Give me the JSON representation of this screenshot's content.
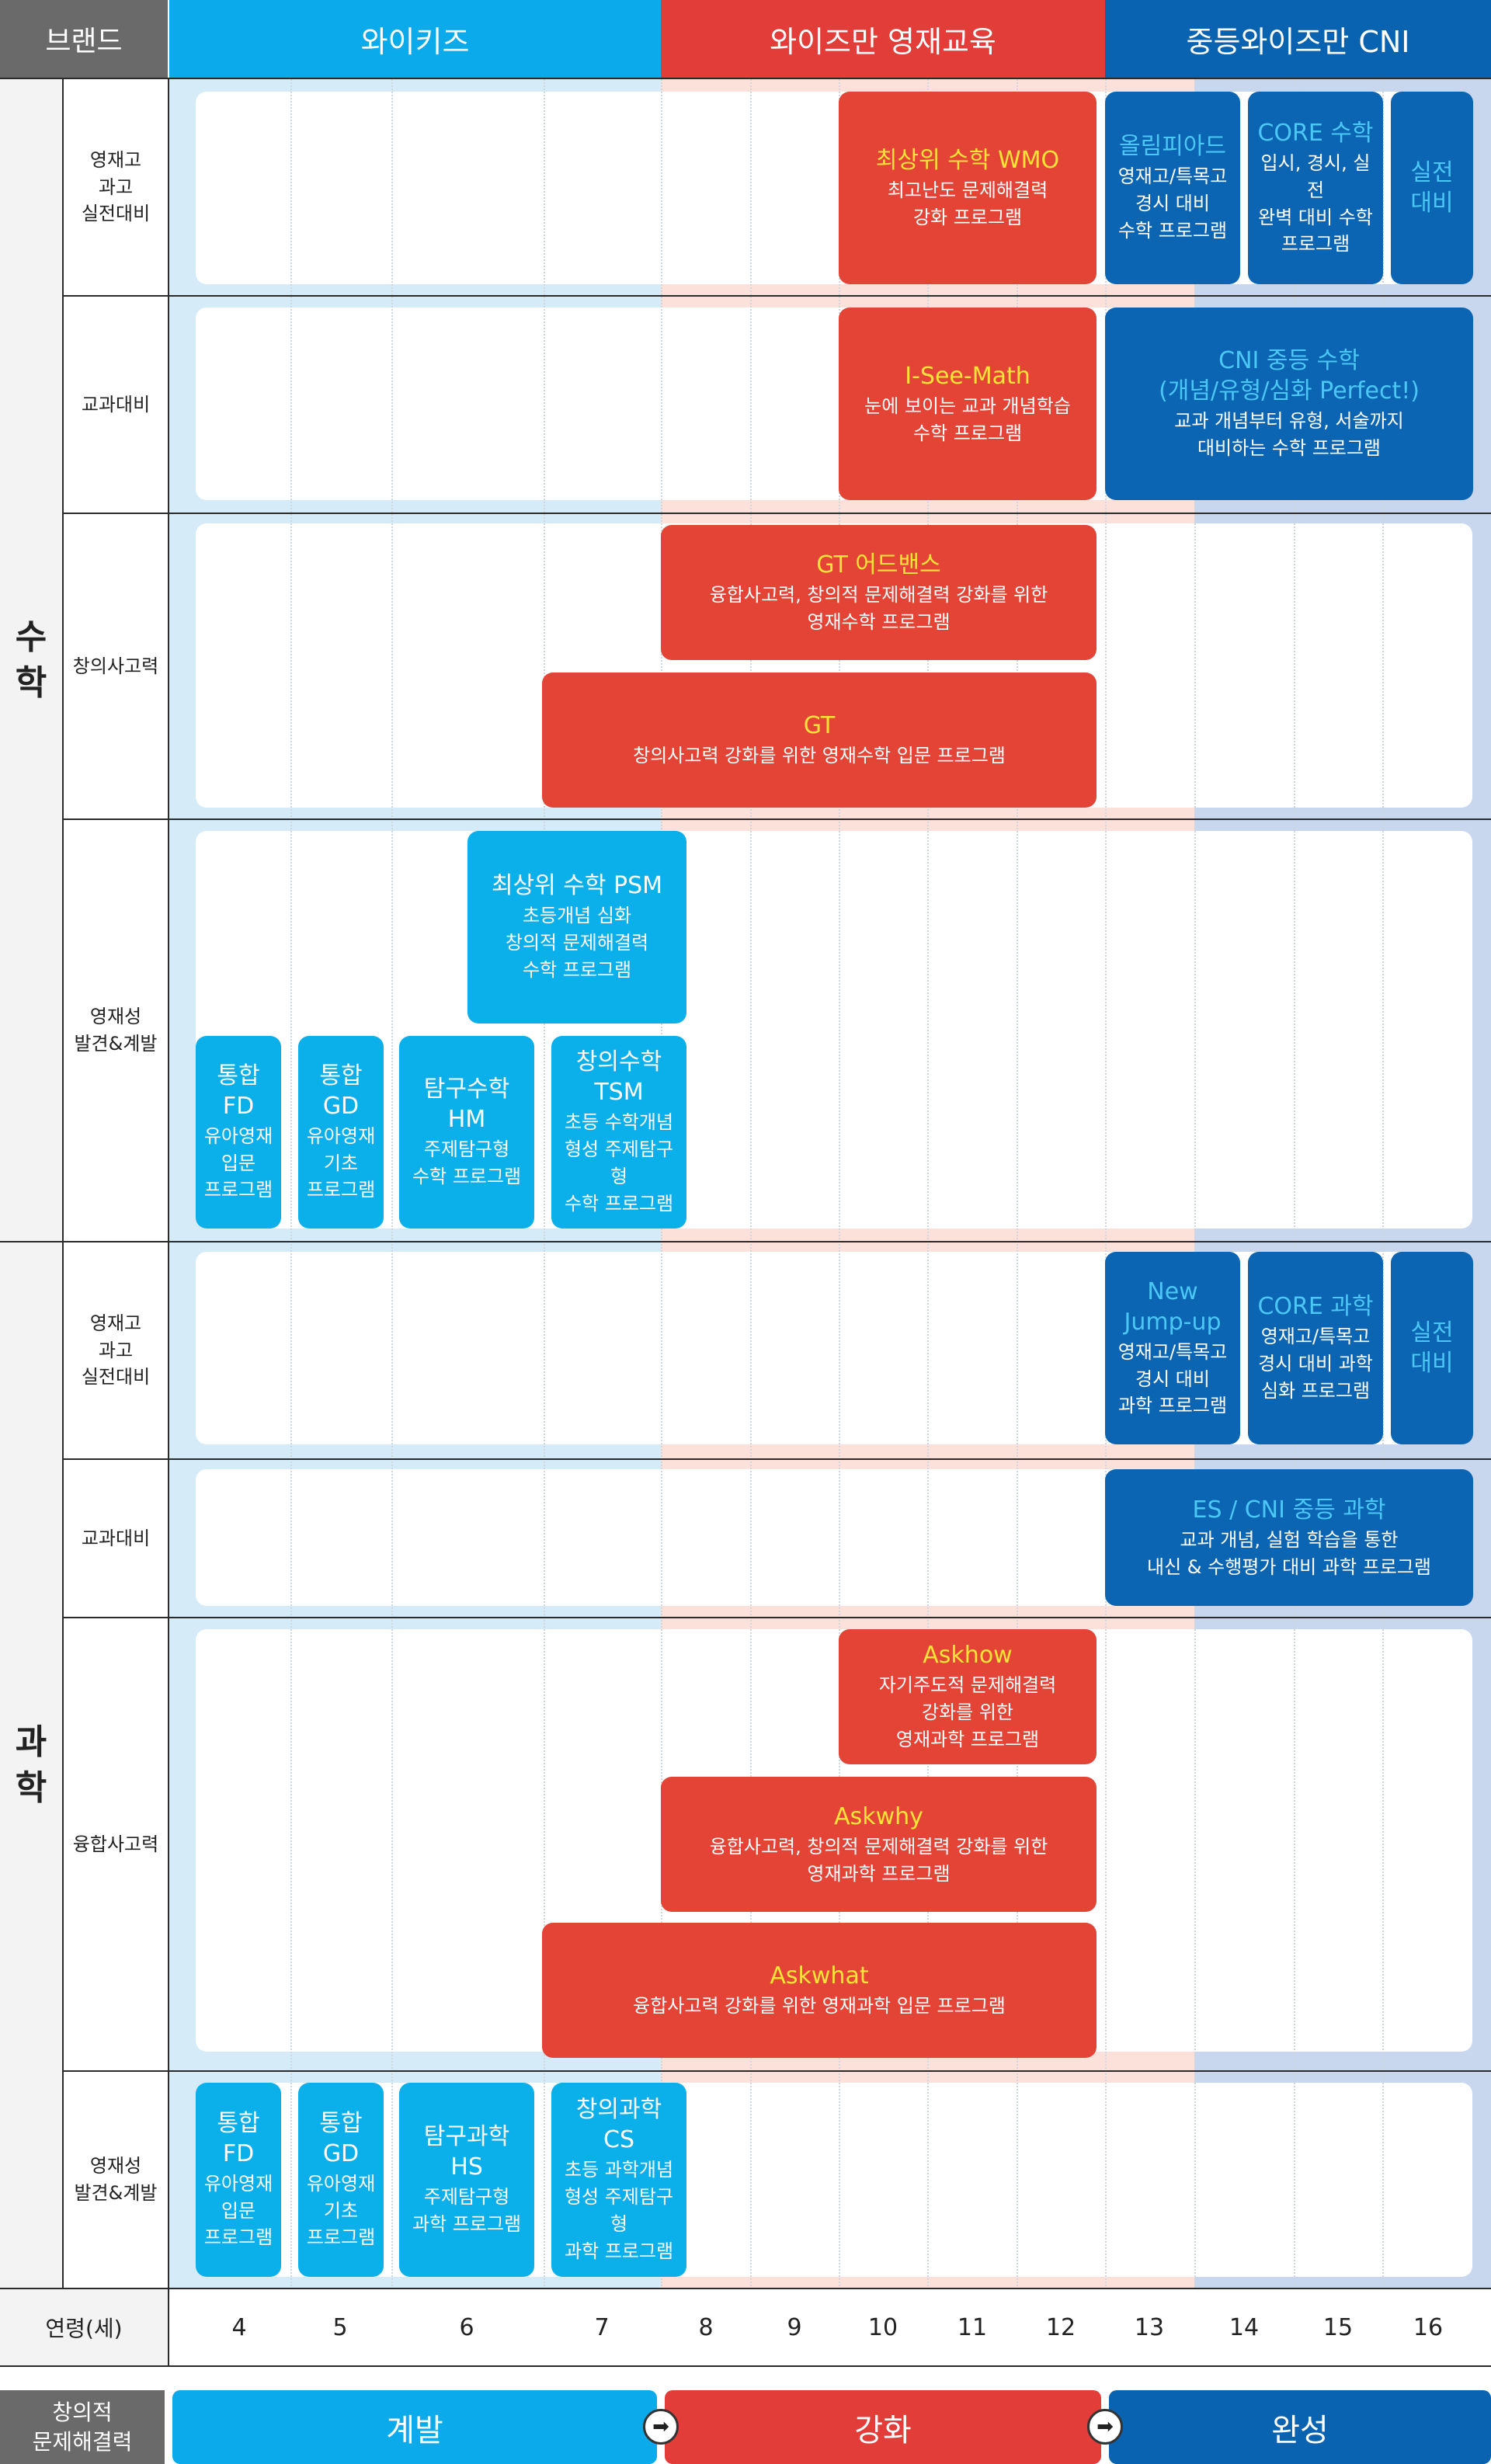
{
  "header": {
    "brand": "브랜드",
    "waikids": "와이키즈",
    "wisemann": "와이즈만 영재교육",
    "cni": "중등와이즈만 CNI"
  },
  "subjects": {
    "math": "수\n학",
    "science": "과\n학"
  },
  "categories": {
    "math_prep": "영재고\n과고\n실전대비",
    "math_textbook": "교과대비",
    "math_creative": "창의사고력",
    "math_gifted": "영재성\n발견&계발",
    "sci_prep": "영재고\n과고\n실전대비",
    "sci_textbook": "교과대비",
    "sci_fusion": "융합사고력",
    "sci_gifted": "영재성\n발견&계발"
  },
  "programs": {
    "wmo": {
      "title": "최상위 수학 WMO",
      "desc": "최고난도 문제해결력\n강화 프로그램"
    },
    "olympiad": {
      "title": "올림피아드",
      "desc": "영재고/특목고\n경시 대비\n수학 프로그램"
    },
    "core_math": {
      "title": "CORE 수학",
      "desc": "입시, 경시, 실전\n완벽 대비 수학\n프로그램"
    },
    "practice_math": {
      "title": "실전\n대비"
    },
    "iseemath": {
      "title": "I-See-Math",
      "desc": "눈에 보이는 교과 개념학습\n수학 프로그램"
    },
    "cni_math": {
      "title": "CNI 중등 수학\n(개념/유형/심화 Perfect!)",
      "desc": "교과 개념부터 유형, 서술까지\n대비하는 수학 프로그램"
    },
    "gt_adv": {
      "title": "GT 어드밴스",
      "desc": "융합사고력, 창의적 문제해결력 강화를 위한\n영재수학 프로그램"
    },
    "gt": {
      "title": "GT",
      "desc": "창의사고력 강화를 위한 영재수학 입문 프로그램"
    },
    "psm": {
      "title": "최상위 수학 PSM",
      "desc": "초등개념 심화\n창의적 문제해결력\n수학 프로그램"
    },
    "math_fd": {
      "title": "통합\nFD",
      "desc": "유아영재\n입문\n프로그램"
    },
    "math_gd": {
      "title": "통합\nGD",
      "desc": "유아영재\n기초\n프로그램"
    },
    "hm": {
      "title": "탐구수학\nHM",
      "desc": "주제탐구형\n수학 프로그램"
    },
    "tsm": {
      "title": "창의수학\nTSM",
      "desc": "초등 수학개념\n형성 주제탐구형\n수학 프로그램"
    },
    "jumpup": {
      "title": "New\nJump-up",
      "desc": "영재고/특목고\n경시 대비\n과학 프로그램"
    },
    "core_sci": {
      "title": "CORE 과학",
      "desc": "영재고/특목고\n경시 대비 과학\n심화 프로그램"
    },
    "practice_sci": {
      "title": "실전\n대비"
    },
    "es_cni": {
      "title": "ES / CNI 중등 과학",
      "desc": "교과 개념, 실험 학습을 통한\n내신 & 수행평가 대비 과학 프로그램"
    },
    "askhow": {
      "title": "Askhow",
      "desc": "자기주도적 문제해결력\n강화를 위한\n영재과학 프로그램"
    },
    "askwhy": {
      "title": "Askwhy",
      "desc": "융합사고력, 창의적 문제해결력 강화를 위한\n영재과학 프로그램"
    },
    "askwhat": {
      "title": "Askwhat",
      "desc": "융합사고력 강화를 위한 영재과학 입문 프로그램"
    },
    "sci_fd": {
      "title": "통합\nFD",
      "desc": "유아영재\n입문\n프로그램"
    },
    "sci_gd": {
      "title": "통합\nGD",
      "desc": "유아영재\n기초\n프로그램"
    },
    "hs": {
      "title": "탐구과학\nHS",
      "desc": "주제탐구형\n과학 프로그램"
    },
    "cs": {
      "title": "창의과학\nCS",
      "desc": "초등 과학개념\n형성 주제탐구형\n과학 프로그램"
    }
  },
  "age_row": {
    "label": "연령(세)",
    "ages": [
      "4",
      "5",
      "6",
      "7",
      "8",
      "9",
      "10",
      "11",
      "12",
      "13",
      "14",
      "15",
      "16"
    ]
  },
  "footer": {
    "label": "창의적\n문제해결력",
    "stage1": "계발",
    "stage2": "강화",
    "stage3": "완성",
    "arrow_glyph": "➡"
  },
  "colors": {
    "waikids": "#0baaea",
    "wisemann": "#e33d3a",
    "cni": "#0a63b0",
    "title_yellow": "#ffe437",
    "title_cyan": "#4bc7f5"
  }
}
